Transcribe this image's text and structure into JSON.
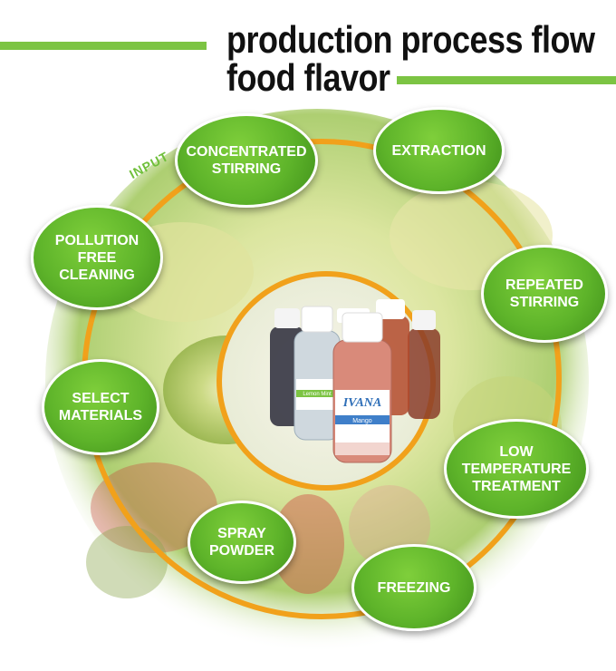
{
  "title": {
    "line1": "production process flow",
    "line2": "food flavor"
  },
  "accent_color": "#7cc443",
  "ring_color": "#f1a11b",
  "input_label": "INPUT",
  "steps": [
    {
      "label": "CONCENTRATED\nSTIRRING"
    },
    {
      "label": "EXTRACTION"
    },
    {
      "label": "REPEATED\nSTIRRING"
    },
    {
      "label": "LOW\nTEMPERATURE\nTREATMENT"
    },
    {
      "label": "FREEZING"
    },
    {
      "label": "SPRAY\nPOWDER"
    },
    {
      "label": "SELECT\nMATERIALS"
    },
    {
      "label": "POLLUTION\nFREE\nCLEANING"
    }
  ],
  "product": {
    "brand": "IVANA",
    "labels": [
      "Mango",
      "Lemon Mint"
    ]
  }
}
